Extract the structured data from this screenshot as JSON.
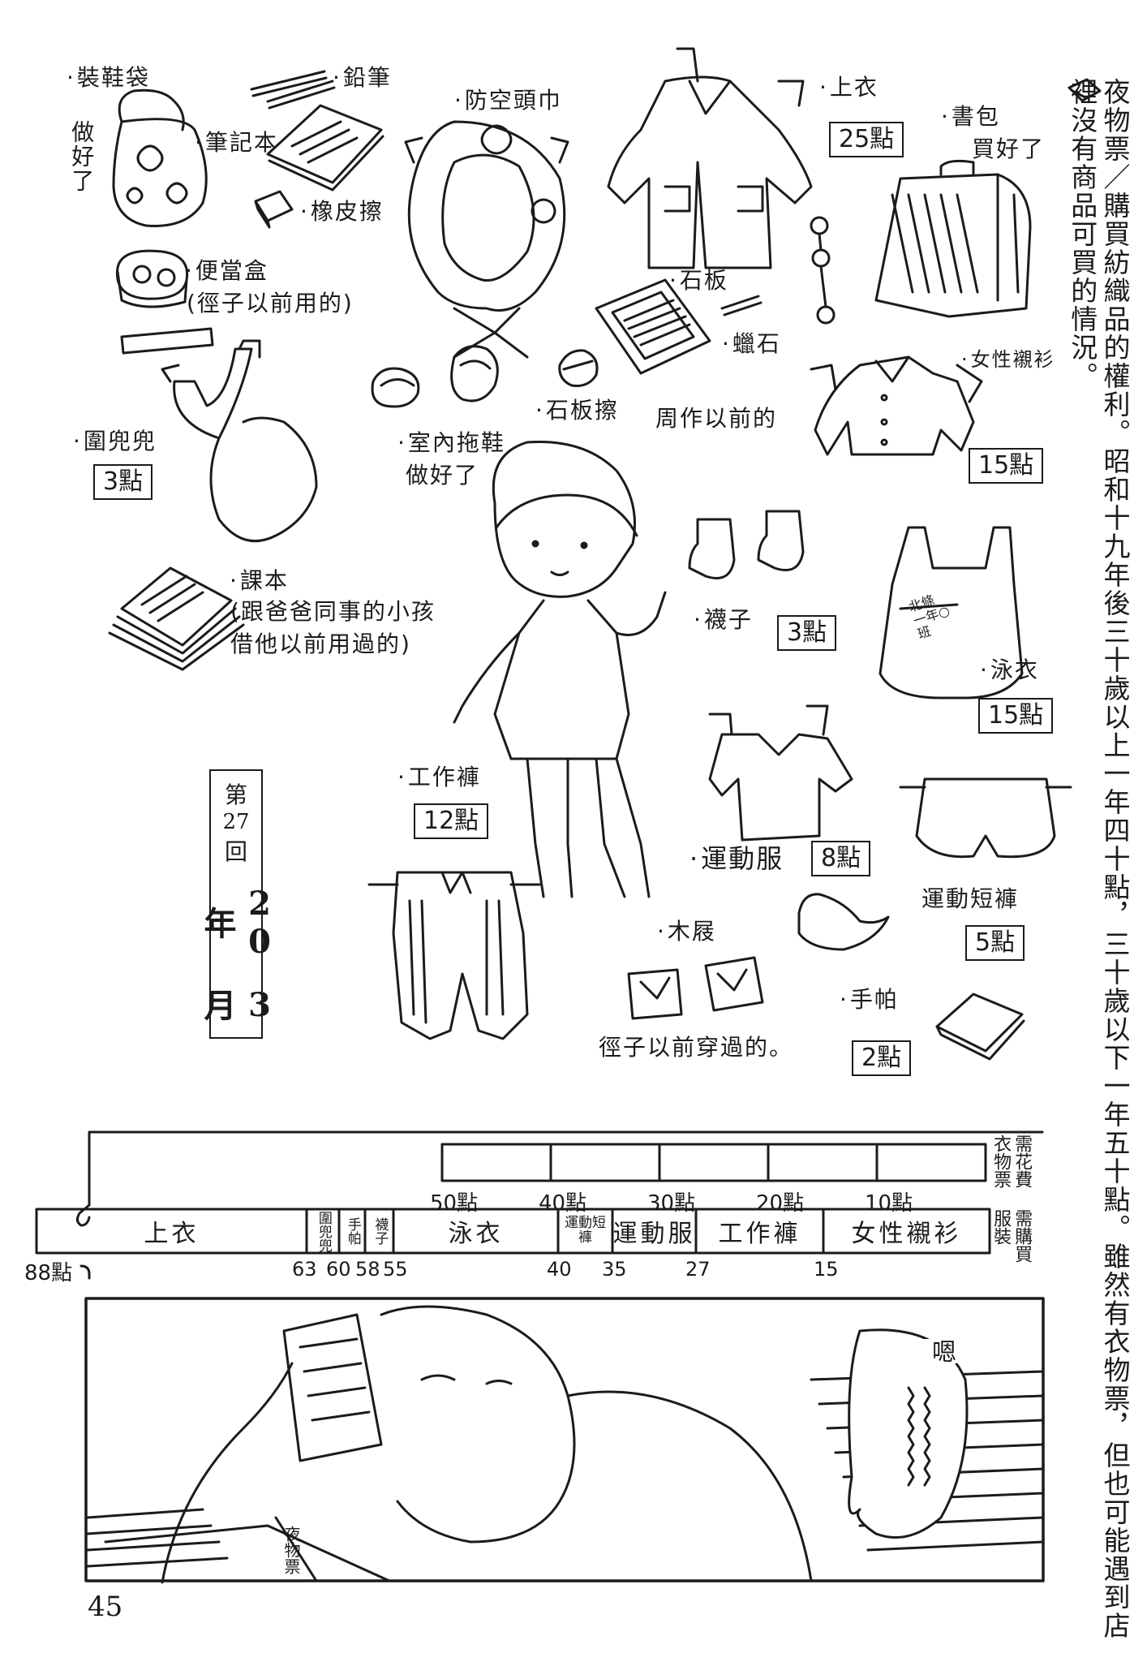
{
  "side_note": "夜物票／購買紡織品的權利。昭和十九年後三十歲以上一年四十點，三十歲以下一年五十點。雖然有衣物票，但也可能遇到店裡沒有商品可買的情況。",
  "chapter": {
    "prefix": "第",
    "number": "27",
    "suffix": "回",
    "date_year": "20年",
    "date_month": "3月"
  },
  "items": {
    "shoe_bag": "裝鞋袋",
    "shoe_bag_note": "做好了",
    "pencil": "鉛筆",
    "notebook": "筆記本",
    "eraser": "橡皮擦",
    "hood": "防空頭巾",
    "coat": "上衣",
    "coat_points": "25點",
    "schoolbag": "書包",
    "schoolbag_note": "買好了",
    "lunchbox": "便當盒",
    "lunchbox_note": "(徑子以前用的)",
    "slate": "石板",
    "wax": "蠟石",
    "slate_eraser": "石板擦",
    "slate_note": "周作以前的",
    "blouse": "女性襯衫",
    "blouse_points": "15點",
    "indoor_shoes": "室內拖鞋",
    "indoor_shoes_note": "做好了",
    "bib": "圍兜兜",
    "bib_points": "3點",
    "textbook": "課本",
    "textbook_note_1": "(跟爸爸同事的小孩",
    "textbook_note_2": "借他以前用過的)",
    "socks": "襪子",
    "socks_points": "3點",
    "swimsuit": "泳衣",
    "swimsuit_points": "15點",
    "swimsuit_tag_1": "北條",
    "swimsuit_tag_2": "一年○班",
    "work_pants": "工作褲",
    "work_pants_points": "12點",
    "gym_shirt": "運動服",
    "gym_shirt_points": "8點",
    "gym_shorts": "運動短褲",
    "gym_shorts_points": "5點",
    "geta": "木屐",
    "geta_note": "徑子以前穿過的。",
    "handkerchief": "手帕",
    "handkerchief_points": "2點"
  },
  "chart": {
    "ticket_label": "衣物票",
    "needed_label": "需花費",
    "clothing_label": "服裝",
    "purchase_label": "需購買",
    "scale": [
      "50點",
      "40點",
      "30點",
      "20點",
      "10點"
    ],
    "left_label": "88點",
    "segments": [
      "上衣",
      "圍兜兜",
      "手帕",
      "襪子",
      "泳衣",
      "運動短褲",
      "運動服",
      "工作褲",
      "女性襯衫"
    ],
    "ticks": [
      "63",
      "60",
      "58",
      "55",
      "40",
      "35",
      "27",
      "15"
    ]
  },
  "speech": "嗯",
  "sleeve_label": "夜物票",
  "page_number": "45"
}
